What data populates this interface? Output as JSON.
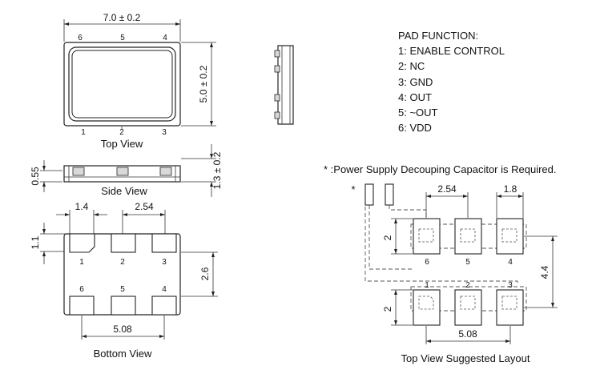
{
  "dimensions": {
    "top_width": "7.0 ± 0.2",
    "top_height": "5.0 ± 0.2",
    "side_height": "1.3 ± 0.2",
    "side_low": "0.55",
    "bottom_pad_width": "1.4",
    "bottom_pitch": "2.54",
    "bottom_pad_height": "1.1",
    "bottom_row_gap": "2.6",
    "bottom_span": "5.08",
    "layout_pitch": "2.54",
    "layout_pad_width": "1.8",
    "layout_pad_height_top": "2",
    "layout_row_span": "4.4",
    "layout_pad_height_bottom": "2",
    "layout_span": "5.08"
  },
  "pin_numbers": {
    "top_row": [
      "6",
      "5",
      "4"
    ],
    "bottom_row": [
      "1",
      "2",
      "3"
    ]
  },
  "captions": {
    "top_view": "Top View",
    "side_view": "Side View",
    "bottom_view": "Bottom View",
    "layout_view": "Top View Suggested Layout"
  },
  "pad_function": {
    "title": "PAD FUNCTION:",
    "items": [
      "1: ENABLE CONTROL",
      "2: NC",
      "3: GND",
      "4: OUT",
      "5: ~OUT",
      "6: VDD"
    ]
  },
  "note": {
    "text": "* :Power Supply Decouping Capacitor is Required.",
    "marker": "*"
  }
}
